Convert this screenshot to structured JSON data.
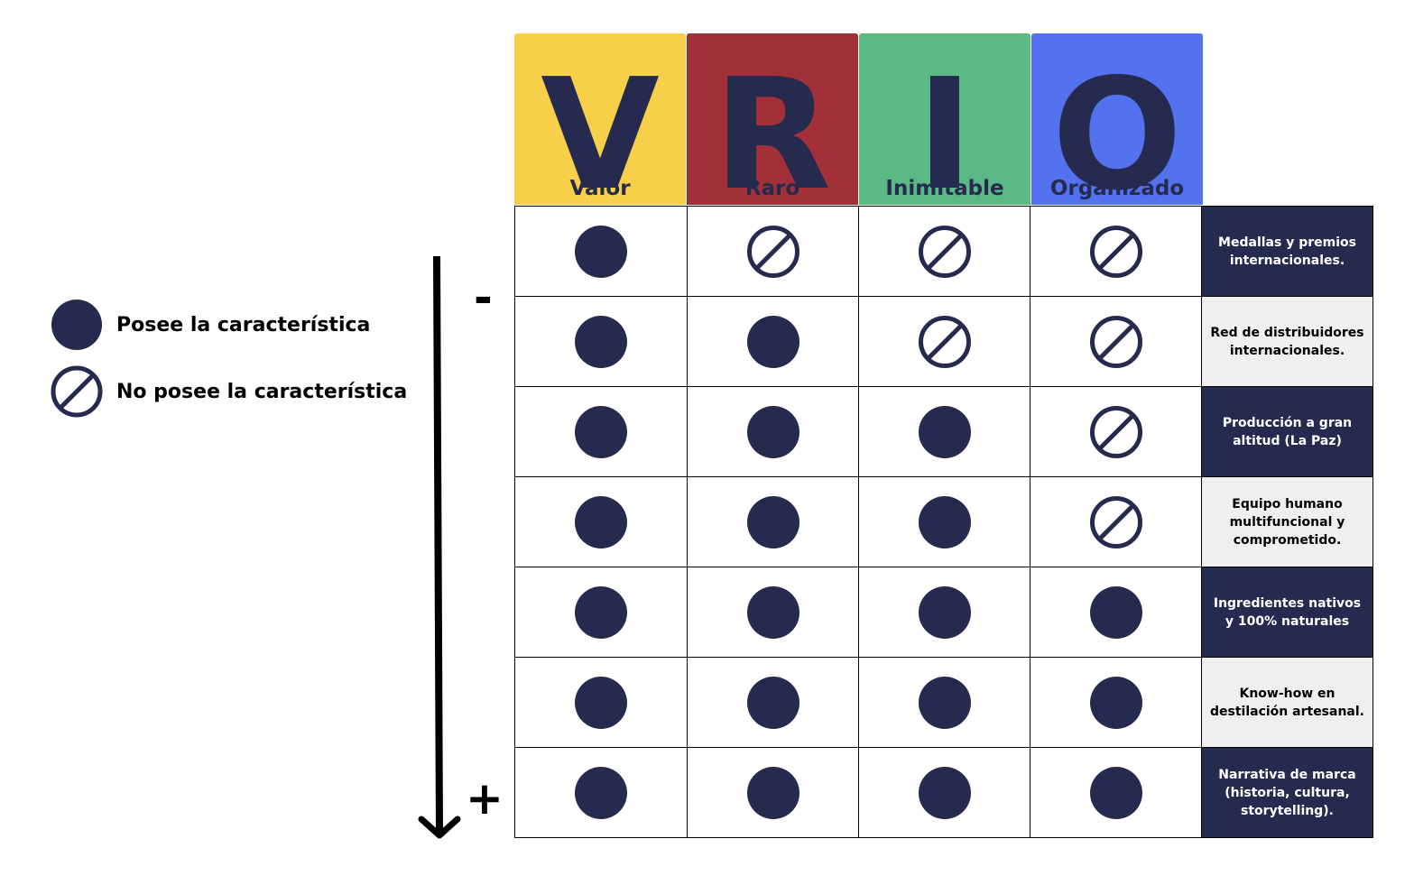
{
  "legend": {
    "has": "Posee la característica",
    "not": "No posee la característica"
  },
  "axis": {
    "top_sign": "-",
    "bottom_sign": "+"
  },
  "columns": [
    {
      "letter": "V",
      "word": "Valor",
      "color": "#f7cf48"
    },
    {
      "letter": "R",
      "word": "Raro",
      "color": "#a23038"
    },
    {
      "letter": "I",
      "word": "Inimitable",
      "color": "#5bb986"
    },
    {
      "letter": "O",
      "word": "Organizado",
      "color": "#5272ee"
    }
  ],
  "rows": [
    {
      "label": "Medallas y premios internacionales.",
      "values": [
        true,
        false,
        false,
        false
      ],
      "style": "dark"
    },
    {
      "label": "Red de distribuidores internacionales.",
      "values": [
        true,
        true,
        false,
        false
      ],
      "style": "light"
    },
    {
      "label": "Producción a gran altitud (La Paz)",
      "values": [
        true,
        true,
        true,
        false
      ],
      "style": "dark"
    },
    {
      "label": "Equipo humano multifuncional y comprometido.",
      "values": [
        true,
        true,
        true,
        false
      ],
      "style": "light"
    },
    {
      "label": "Ingredientes nativos y 100% naturales",
      "values": [
        true,
        true,
        true,
        true
      ],
      "style": "dark"
    },
    {
      "label": "Know-how en destilación artesanal.",
      "values": [
        true,
        true,
        true,
        true
      ],
      "style": "light"
    },
    {
      "label": "Narrativa de marca (historia, cultura, storytelling).",
      "values": [
        true,
        true,
        true,
        true
      ],
      "style": "dark"
    }
  ],
  "colors": {
    "mark": "#262a4e"
  }
}
